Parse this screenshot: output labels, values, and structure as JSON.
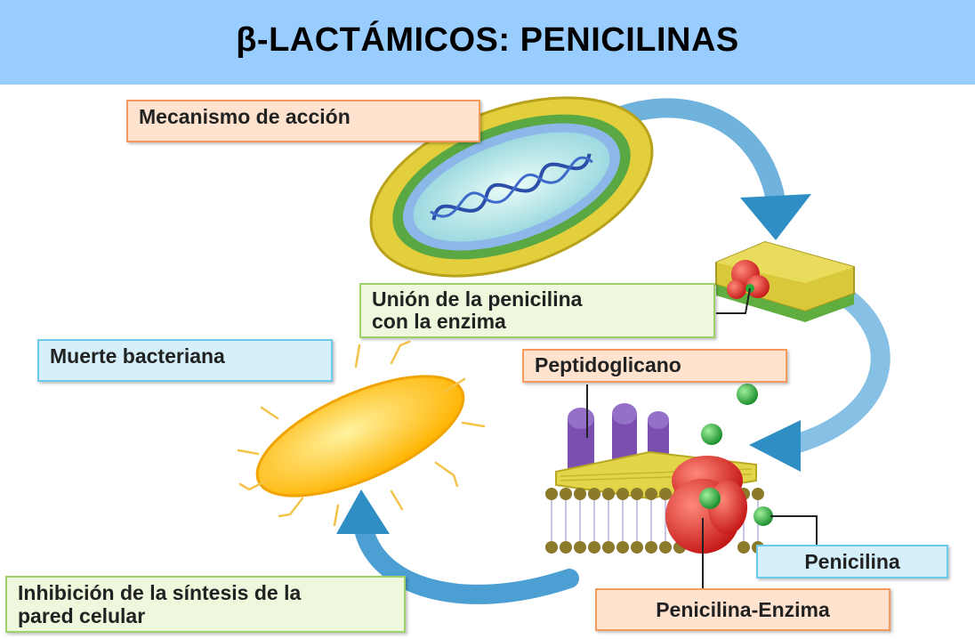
{
  "title": "β-LACTÁMICOS: PENICILINAS",
  "labels": {
    "mechanism": "Mecanismo de acción",
    "binding_line1": "Unión de la penicilina",
    "binding_line2": "con la enzima",
    "death": "Muerte bacteriana",
    "peptidoglycan": "Peptidoglicano",
    "penicillin": "Penicilina",
    "penicillin_enzyme": "Penicilina-Enzima",
    "inhibition_line1": "Inhibición de la síntesis de la",
    "inhibition_line2": "pared celular"
  },
  "colors": {
    "banner": "#99ccff",
    "arrow": "#2f8fc4",
    "enzyme": "#e02424",
    "penicillin": "#2aa838",
    "bacterium_dead": "#ffc21a",
    "peptidoglycan_pillars": "#7b4fb0"
  }
}
